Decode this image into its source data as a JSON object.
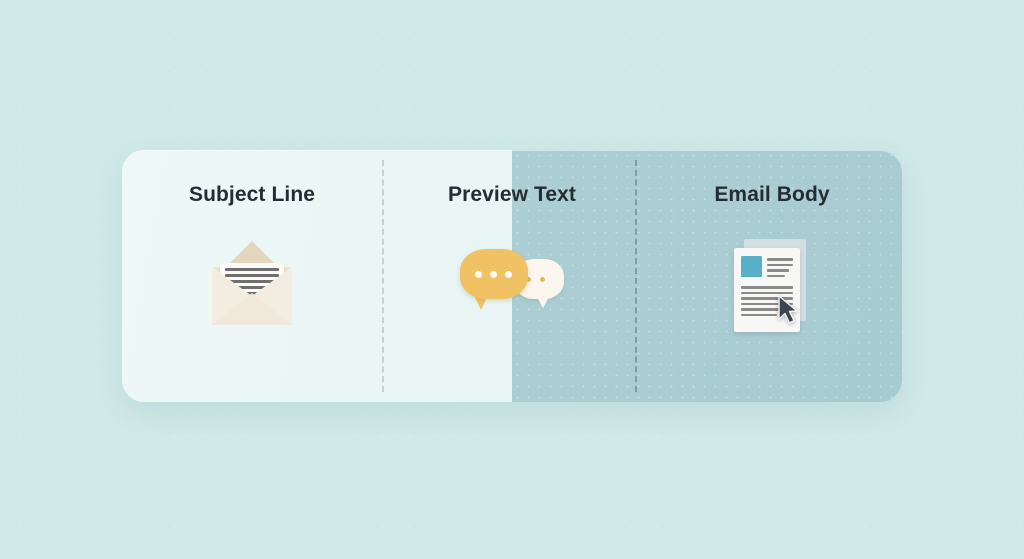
{
  "page": {
    "background_color": "#cfe9e8",
    "card_light_color": "#eaf6f5",
    "card_dark_color": "#a9cdd2",
    "title_color": "#262c33",
    "divider_light_color": "#c3d3d4",
    "divider_dark_color": "#79a0a8"
  },
  "card": {
    "panels": [
      {
        "title": "Subject Line",
        "icon_name": "open-envelope-icon",
        "icon_colors": {
          "flap": "#e3d6bd",
          "body": "#f3ece0",
          "letter": "#fbfaf6",
          "letter_lines": "#6f6f6f"
        }
      },
      {
        "title": "Preview Text",
        "icon_name": "speech-bubbles-icon",
        "icon_colors": {
          "front_bubble": "#f1c264",
          "back_bubble": "#fbf7ee",
          "front_dots": "#fffdf6",
          "back_dots": "#e0b95f"
        }
      },
      {
        "title": "Email Body",
        "icon_name": "document-with-cursor-icon",
        "icon_colors": {
          "page": "#f7f7f5",
          "back_page": "#d3dfe0",
          "image_block": "#57b0c7",
          "text_lines": "#8a8a8a",
          "cursor": "#3c4450"
        }
      }
    ]
  }
}
